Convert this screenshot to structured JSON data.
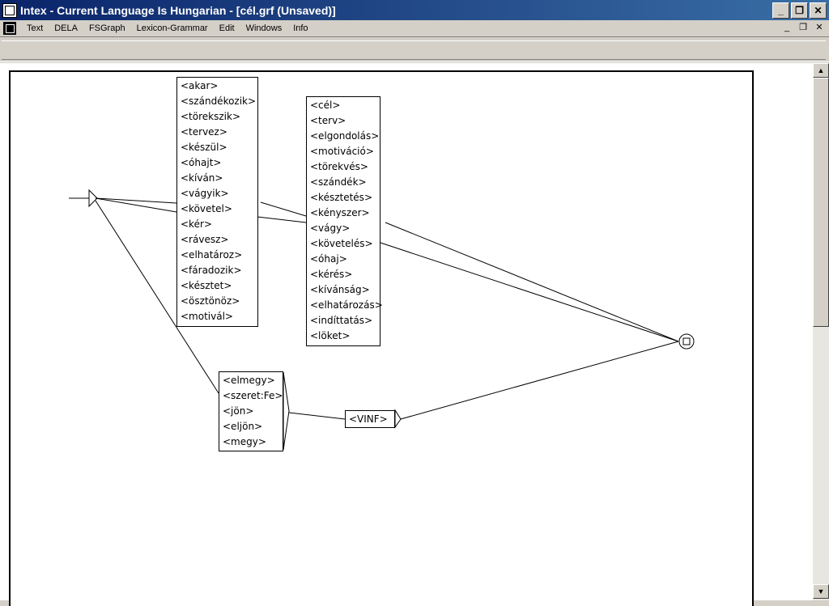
{
  "window": {
    "title": "Intex - Current Language Is Hungarian - [cél.grf (Unsaved)]",
    "controls": [
      "_",
      "❐",
      "✕"
    ]
  },
  "menubar": {
    "items": [
      "Text",
      "DELA",
      "FSGraph",
      "Lexicon-Grammar",
      "Edit",
      "Windows",
      "Info"
    ],
    "mdi_controls": [
      "_",
      "❐",
      "✕"
    ]
  },
  "graph": {
    "verbs": [
      "<akar>",
      "<szándékozik>",
      "<törekszik>",
      "<tervez>",
      "<készül>",
      "<óhajt>",
      "<kíván>",
      "<vágyik>",
      "<követel>",
      "<kér>",
      "<rávesz>",
      "<elhatároz>",
      "<fáradozik>",
      "<késztet>",
      "<ösztönöz>",
      "<motivál>"
    ],
    "nouns": [
      "<cél>",
      "<terv>",
      "<elgondolás>",
      "<motiváció>",
      "<törekvés>",
      "<szándék>",
      "<késztetés>",
      "<kényszer>",
      "<vágy>",
      "<követelés>",
      "<óhaj>",
      "<kérés>",
      "<kívánság>",
      "<elhatározás>",
      "<indíttatás>",
      "<löket>"
    ],
    "motion": [
      "<elmegy>",
      "<szeret:Fe>",
      "<jön>",
      "<eljön>",
      "<megy>"
    ],
    "vinf": "<VINF>"
  },
  "scrollbar": {
    "up_icon": "arrow-up-icon",
    "down_icon": "arrow-down-icon"
  }
}
